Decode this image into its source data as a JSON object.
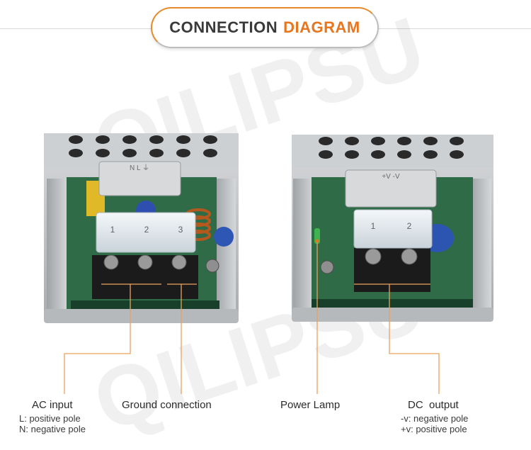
{
  "header": {
    "title_part1": "CONNECTION",
    "title_part2": "DIAGRAM"
  },
  "watermark": {
    "text": "QILIPSU"
  },
  "left_unit": {
    "terminal_numbers": [
      "1",
      "2",
      "3"
    ],
    "cover_marking": "N L ⏚"
  },
  "right_unit": {
    "terminal_numbers": [
      "1",
      "2"
    ],
    "cover_marking": "+V -V"
  },
  "callouts": {
    "ac_input": {
      "title": "AC input",
      "line1": "L: positive pole",
      "line2": "N: negative pole"
    },
    "ground": {
      "title": "Ground connection"
    },
    "power_lamp": {
      "title": "Power Lamp"
    },
    "dc_output": {
      "title": "DC  output",
      "line1": "-v: negative pole",
      "line2": "+v: positive pole"
    }
  },
  "colors": {
    "accent": "#e8761f",
    "leader": "#e9a25c",
    "pcb": "#2f6b47",
    "metal": "#bfc2c4"
  }
}
